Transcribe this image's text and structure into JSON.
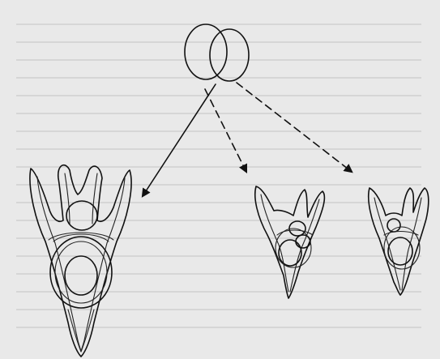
{
  "figure": {
    "background": "#e9e9e9",
    "ink_color": "#111111",
    "source": {
      "name": "two-cell-embryo",
      "cells": 2
    },
    "outcomes": [
      {
        "name": "large-embryo",
        "arrow_style": "solid"
      },
      {
        "name": "medium-embryo",
        "arrow_style": "dashed"
      },
      {
        "name": "small-embryo",
        "arrow_style": "dashed"
      }
    ]
  }
}
